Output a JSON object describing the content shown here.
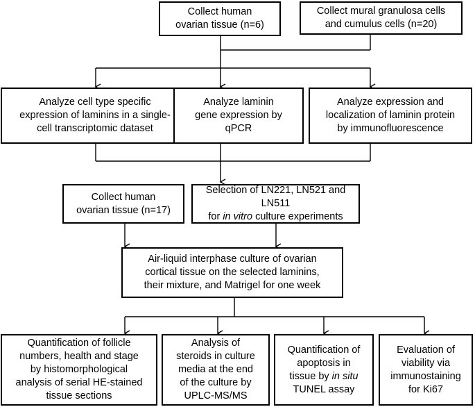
{
  "boxes": {
    "collect_tissue_6": "Collect human\novarian tissue (n=6)",
    "collect_cells_20": "Collect mural granulosa cells\nand cumulus cells (n=20)",
    "analyze_scrna": "Analyze cell type specific\nexpression of laminins in a single-\ncell transcriptomic dataset",
    "analyze_qpcr": "Analyze laminin\ngene expression by\nqPCR",
    "analyze_if": "Analyze expression and\nlocalization of laminin protein\nby immunofluorescence",
    "collect_tissue_17": "Collect human\novarian tissue (n=17)",
    "selection_line1": "Selection of LN221, LN521 and LN511",
    "selection_for": "for ",
    "selection_italic": "in vitro",
    "selection_rest": " culture experiments",
    "culture": "Air-liquid interphase culture of ovarian\ncortical tissue on the selected laminins,\ntheir mixture, and Matrigel for one week",
    "quant_follicle": "Quantification of follicle\nnumbers, health and stage\nby histomorphological\nanalysis of serial HE-stained\ntissue sections",
    "steroids": "Analysis of\nsteroids in culture\nmedia at the end\nof the culture by\nUPLC-MS/MS",
    "apoptosis_pre": "Quantification of\napoptosis in\ntissue by ",
    "apoptosis_italic": "in situ",
    "apoptosis_post": "\nTUNEL assay",
    "viability": "Evaluation of\nviability via\nimmunostaining\nfor Ki67"
  }
}
